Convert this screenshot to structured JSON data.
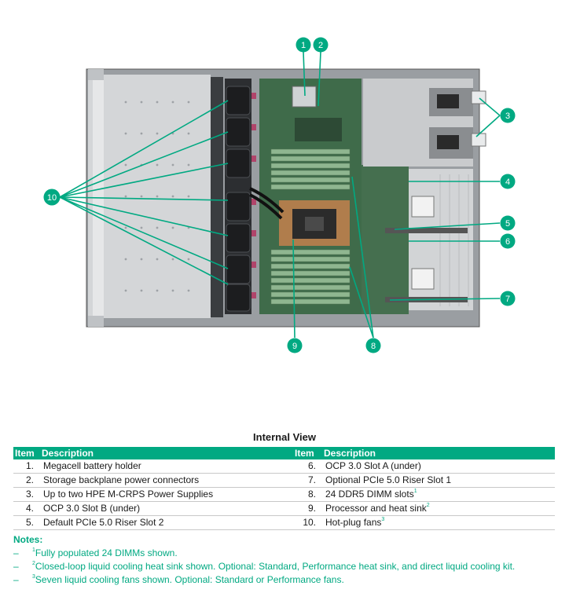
{
  "caption": "Internal View",
  "table": {
    "headers": [
      "Item",
      "Description",
      "Item",
      "Description"
    ],
    "rows": [
      {
        "l_num": "1.",
        "l_desc": "Megacell battery holder",
        "l_sup": "",
        "r_num": "6.",
        "r_desc": "OCP 3.0 Slot A (under)",
        "r_sup": ""
      },
      {
        "l_num": "2.",
        "l_desc": "Storage backplane power connectors",
        "l_sup": "",
        "r_num": "7.",
        "r_desc": "Optional PCIe 5.0 Riser Slot 1",
        "r_sup": ""
      },
      {
        "l_num": "3.",
        "l_desc": "Up to two HPE M-CRPS Power Supplies",
        "l_sup": "",
        "r_num": "8.",
        "r_desc": "24 DDR5 DIMM slots",
        "r_sup": "1"
      },
      {
        "l_num": "4.",
        "l_desc": "OCP 3.0 Slot B (under)",
        "l_sup": "",
        "r_num": "9.",
        "r_desc": "Processor and heat sink",
        "r_sup": "2"
      },
      {
        "l_num": "5.",
        "l_desc": "Default PCIe 5.0 Riser Slot 2",
        "l_sup": "",
        "r_num": "10.",
        "r_desc": "Hot-plug fans",
        "r_sup": "3"
      }
    ]
  },
  "notes": {
    "title": "Notes:",
    "dash": "–",
    "items": [
      {
        "sup": "1",
        "text": "Fully populated 24 DIMMs shown."
      },
      {
        "sup": "2",
        "text": "Closed-loop liquid cooling heat sink shown. Optional: Standard, Performance heat sink, and direct liquid cooling kit."
      },
      {
        "sup": "3",
        "text": "Seven liquid cooling fans shown. Optional: Standard or Performance fans."
      }
    ]
  },
  "callouts": [
    "1",
    "2",
    "3",
    "4",
    "5",
    "6",
    "7",
    "8",
    "9",
    "10"
  ],
  "colors": {
    "accent": "#01a982",
    "leader": "#01a982",
    "fan_accent": "#b0446a"
  }
}
